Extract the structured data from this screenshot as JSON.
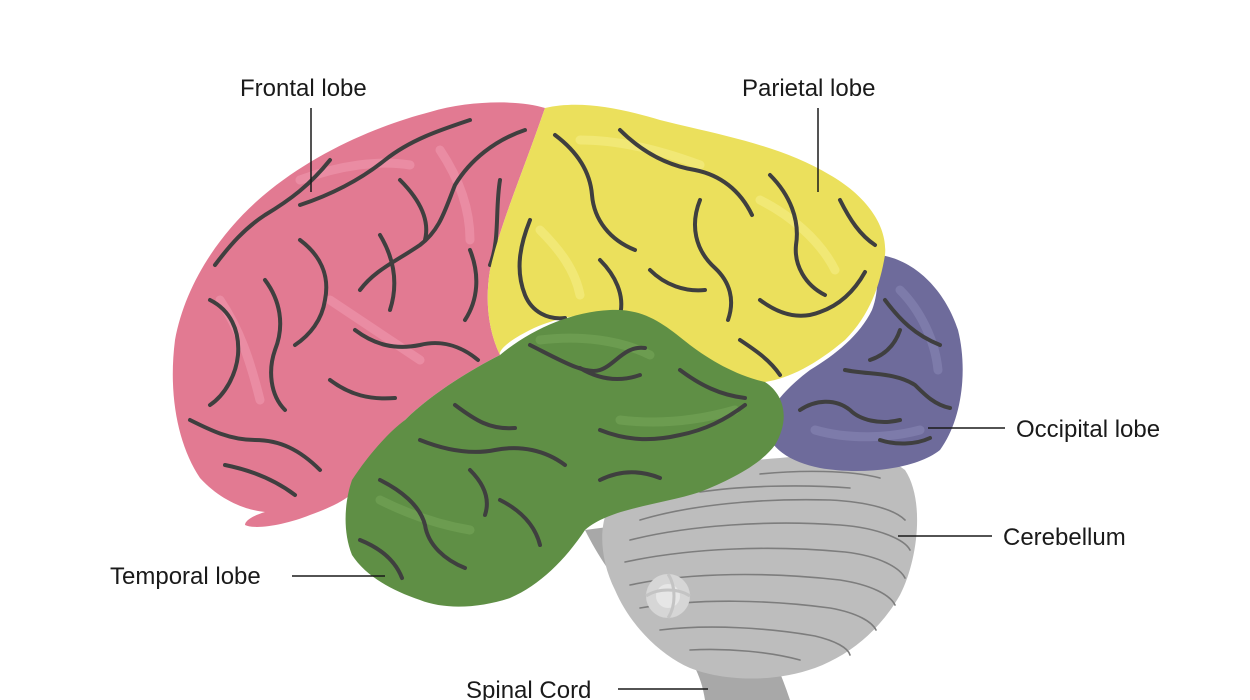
{
  "labels": {
    "frontal": "Frontal lobe",
    "parietal": "Parietal lobe",
    "occipital": "Occipital lobe",
    "cerebellum": "Cerebellum",
    "temporal": "Temporal lobe",
    "spinal": "Spinal Cord"
  },
  "colors": {
    "frontal": "#e27a92",
    "frontal_light": "#f19ab0",
    "parietal": "#ebe05c",
    "parietal_light": "#f5ee8a",
    "temporal": "#5f8f45",
    "temporal_light": "#77a85a",
    "occipital": "#6e6b9b",
    "occipital_light": "#8a88b6",
    "cerebellum": "#bdbdbd",
    "brainstem": "#a8a8a8"
  }
}
